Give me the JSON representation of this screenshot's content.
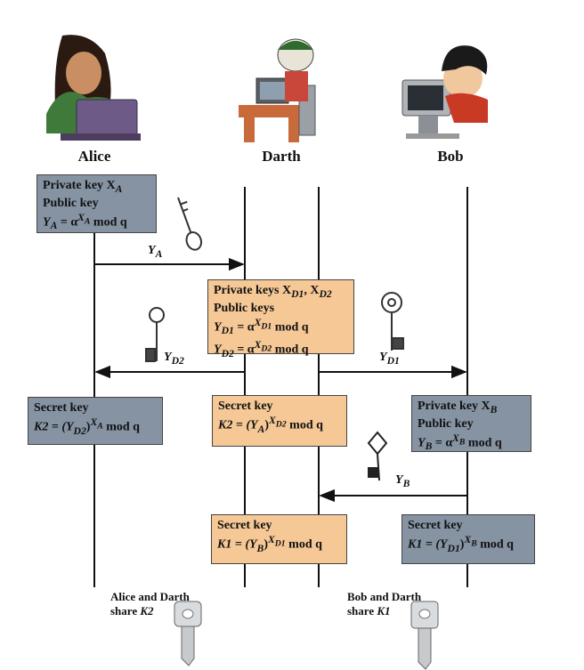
{
  "figure": {
    "participants": [
      {
        "id": "alice",
        "name": "Alice",
        "color": "#c9a27a"
      },
      {
        "id": "darth",
        "name": "Darth",
        "color": "#7a7a7a"
      },
      {
        "id": "bob",
        "name": "Bob",
        "color": "#c0392b"
      }
    ],
    "alice_box": {
      "line1": "Private key X",
      "line1_sub": "A",
      "line2": "Public key",
      "line3_lhs": "Y",
      "line3_lhs_sub": "A",
      "line3_eq": " = α",
      "line3_sup": "X",
      "line3_sup_sub": "A",
      "line3_tail": " mod q"
    },
    "msg_ya": {
      "main": "Y",
      "sub": "A"
    },
    "darth_box1": {
      "line1": "Private keys X",
      "line1_sub1": "D1",
      "line1_mid": ", X",
      "line1_sub2": "D2",
      "line2": "Public keys",
      "line3_lhs": "Y",
      "line3_lhs_sub": "D1",
      "line3_eq": " = α",
      "line3_sup": "X",
      "line3_sup_sub": "D1",
      "line3_tail": " mod q",
      "line4_lhs": "Y",
      "line4_lhs_sub": "D2",
      "line4_eq": " = α",
      "line4_sup": "X",
      "line4_sup_sub": "D2",
      "line4_tail": " mod q"
    },
    "msg_yd2": {
      "main": "Y",
      "sub": "D2"
    },
    "msg_yd1": {
      "main": "Y",
      "sub": "D1"
    },
    "alice_secret": {
      "line1": "Secret key",
      "line2_a": "K2 = (Y",
      "line2_sub": "D2",
      "line2_b": ")",
      "line2_sup": "X",
      "line2_sup_sub": "A",
      "line2_tail": " mod q"
    },
    "darth_secret2": {
      "line1": "Secret key",
      "line2_a": "K2 = (Y",
      "line2_sub": "A",
      "line2_b": ")",
      "line2_sup": "X",
      "line2_sup_sub": "D2",
      "line2_tail": " mod q"
    },
    "bob_box": {
      "line1": "Private key X",
      "line1_sub": "B",
      "line2": "Public key",
      "line3_lhs": "Y",
      "line3_lhs_sub": "B",
      "line3_eq": " = α",
      "line3_sup": "X",
      "line3_sup_sub": "B",
      "line3_tail": " mod q"
    },
    "msg_yb": {
      "main": "Y",
      "sub": "B"
    },
    "darth_secret1": {
      "line1": "Secret key",
      "line2_a": "K1 = (Y",
      "line2_sub": "B",
      "line2_b": ")",
      "line2_sup": "X",
      "line2_sup_sub": "D1",
      "line2_tail": " mod q"
    },
    "bob_secret": {
      "line1": "Secret key",
      "line2_a": "K1 = (Y",
      "line2_sub": "D1",
      "line2_b": ")",
      "line2_sup": "X",
      "line2_sup_sub": "B",
      "line2_tail": " mod q"
    },
    "share_left": {
      "line1": "Alice and Darth",
      "line2_a": "share ",
      "line2_b": "K2"
    },
    "share_right": {
      "line1": "Bob and Darth",
      "line2_a": "share ",
      "line2_b": "K1"
    },
    "colors": {
      "gray_box": "#8693a3",
      "tan_box": "#f5c896",
      "line": "#111111"
    }
  }
}
